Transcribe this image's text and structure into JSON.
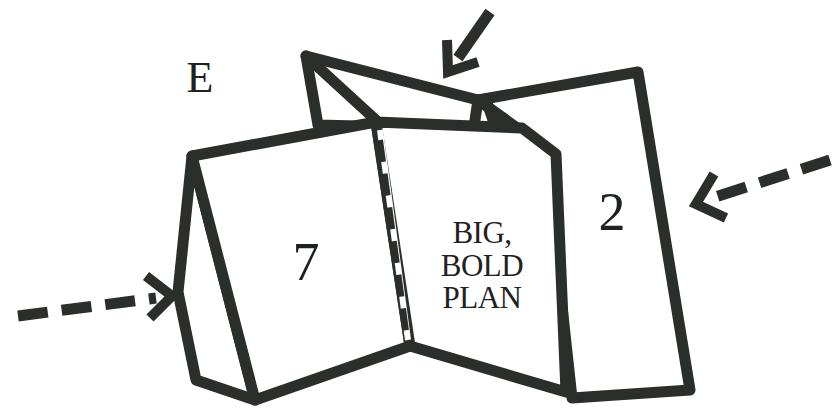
{
  "diagram": {
    "labels": [
      "E",
      "7",
      "BIG, BOLD PLAN",
      "2"
    ]
  }
}
